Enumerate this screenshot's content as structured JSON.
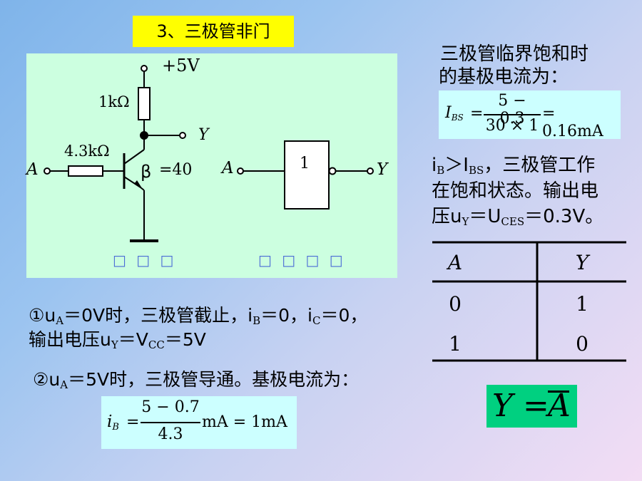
{
  "title": "3、三极管非门",
  "circuit": {
    "supply": "+5V",
    "rc": "1kΩ",
    "rb": "4.3kΩ",
    "beta": "β",
    "beta_value": "=40",
    "input": "A",
    "output": "Y",
    "caption": "□ □ □",
    "colors": {
      "panel": "#ccffe0",
      "wire": "#000000"
    }
  },
  "symbol": {
    "input": "A",
    "output": "Y",
    "gate_label": "1",
    "caption": "□ □ □ □"
  },
  "side": {
    "line1": "三极管临界饱和时",
    "line2": "的基极电流为：",
    "formula": {
      "lhs": "I",
      "lhs_sub": "BS",
      "numerator": "5 − 0.3",
      "denominator": "30 × 1",
      "result": "= 0.16mA"
    },
    "cond": {
      "i1": "i",
      "i1_sub": "B",
      "op": "＞I",
      "i2_sub": "BS",
      "rest1": "，三极管工作",
      "line2": "在饱和状态。输出电",
      "l3a": "压u",
      "l3a_sub": "Y",
      "l3b": "＝U",
      "l3b_sub": "CES",
      "l3c": "＝0.3V。"
    }
  },
  "case1": {
    "a": "①u",
    "a_sub": "A",
    "b": "＝0V时，三极管截止，i",
    "b_sub": "B",
    "c": "＝0，i",
    "c_sub": "C",
    "d": "＝0，",
    "e": "输出电压u",
    "e_sub": "Y",
    "f": "＝V",
    "f_sub": "CC",
    "g": "＝5V"
  },
  "case2": {
    "a": "②u",
    "a_sub": "A",
    "b": "＝5V时，三极管导通。基极电流为：",
    "formula": {
      "lhs": "i",
      "lhs_sub": "B",
      "numerator": "5 − 0.7",
      "denominator": "4.3",
      "result": "mA = 1mA"
    }
  },
  "truth_table": {
    "headers": [
      "A",
      "Y"
    ],
    "rows": [
      [
        "0",
        "1"
      ],
      [
        "1",
        "0"
      ]
    ]
  },
  "result": {
    "lhs": "Y =",
    "rhs": "A"
  }
}
